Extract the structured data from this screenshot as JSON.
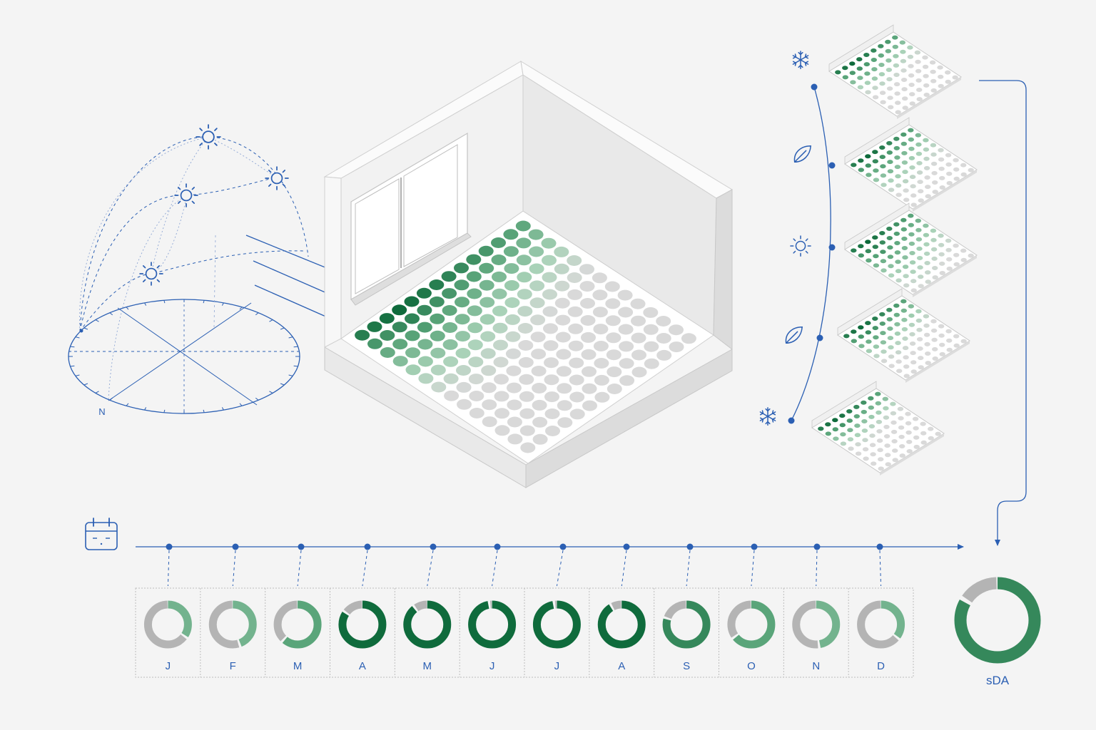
{
  "colors": {
    "background": "#f4f4f4",
    "accent_blue": "#2b5fb3",
    "green_dark": "#0f6b3c",
    "green_mid": "#5aa57a",
    "green_light": "#a9d2b8",
    "gray": "#b4b4b4",
    "wall": "#ffffff",
    "wall_shade": "#e6e6e6"
  },
  "sun_diagram": {
    "compass_label": "N",
    "icons": [
      "sun-icon",
      "sun-icon",
      "sun-icon",
      "sun-icon"
    ]
  },
  "room": {
    "rows": 14,
    "cols": 14
  },
  "seasons": [
    {
      "icon": "snowflake-icon",
      "light": 0.35
    },
    {
      "icon": "leaf-icon",
      "light": 0.45
    },
    {
      "icon": "sun-icon",
      "light": 0.6
    },
    {
      "icon": "leaf-icon",
      "light": 0.4
    },
    {
      "icon": "snowflake-icon",
      "light": 0.32
    }
  ],
  "timeline": {
    "calendar_icon": "calendar-icon",
    "months": [
      {
        "label": "J",
        "value": 0.35
      },
      {
        "label": "F",
        "value": 0.45
      },
      {
        "label": "M",
        "value": 0.62
      },
      {
        "label": "A",
        "value": 0.85
      },
      {
        "label": "M",
        "value": 0.9
      },
      {
        "label": "J",
        "value": 0.98
      },
      {
        "label": "J",
        "value": 0.98
      },
      {
        "label": "A",
        "value": 0.92
      },
      {
        "label": "S",
        "value": 0.8
      },
      {
        "label": "O",
        "value": 0.65
      },
      {
        "label": "N",
        "value": 0.48
      },
      {
        "label": "D",
        "value": 0.36
      }
    ]
  },
  "summary": {
    "label": "sDA",
    "value": 0.84
  }
}
